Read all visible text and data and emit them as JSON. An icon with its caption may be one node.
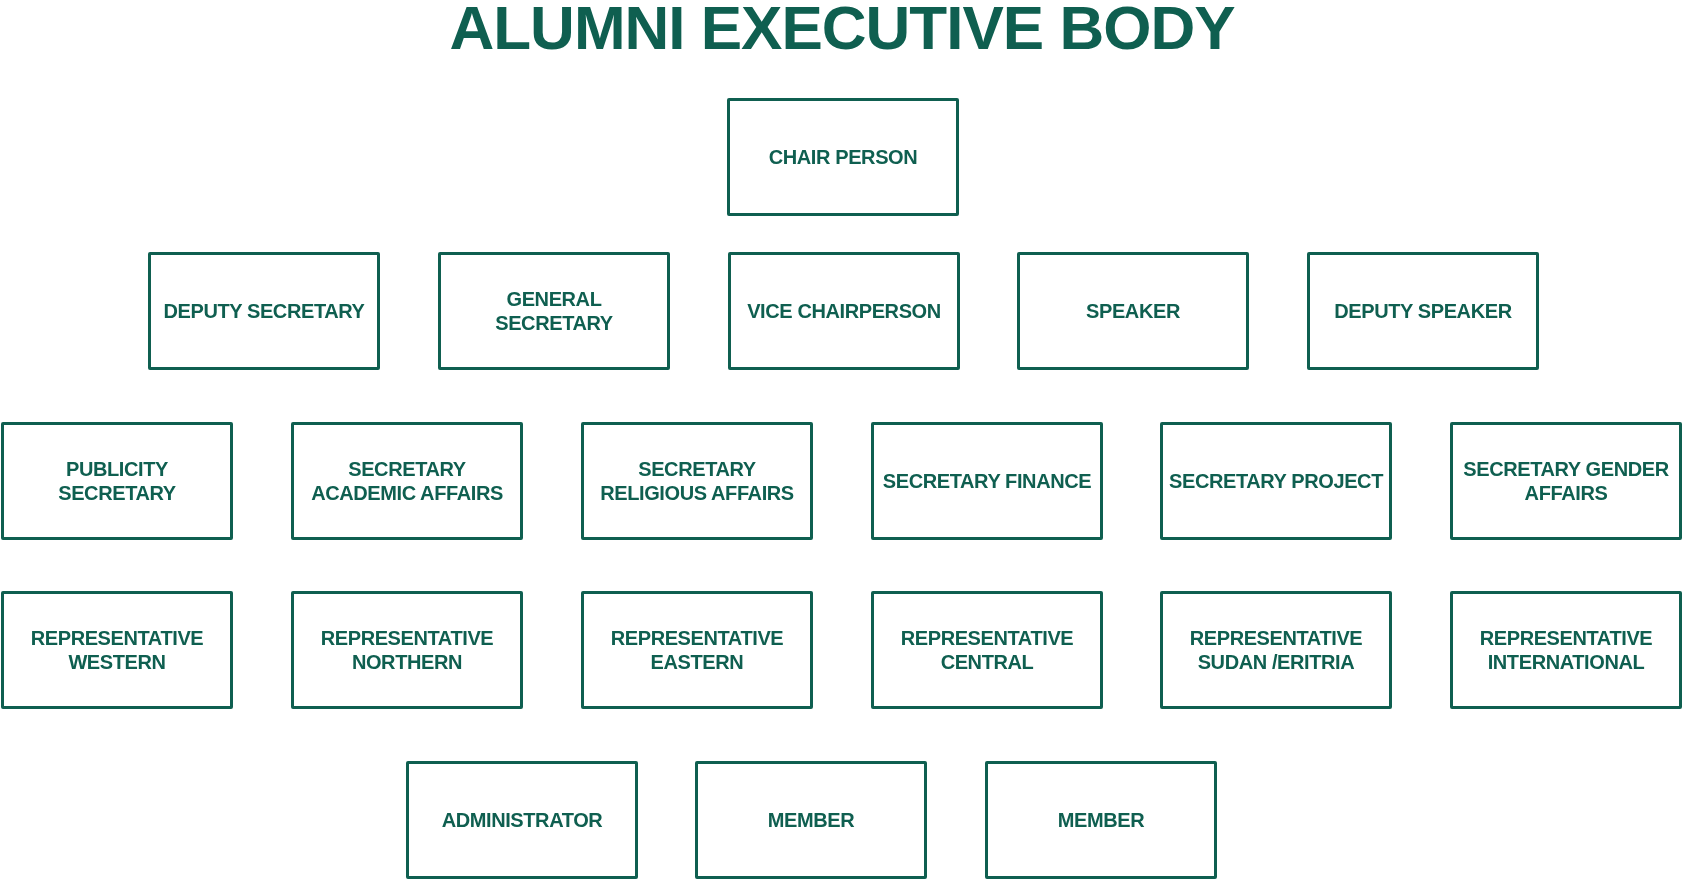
{
  "diagram": {
    "title": "ALUMNI EXECUTIVE BODY",
    "nodes": [
      {
        "text": [
          "CHAIR PERSON"
        ]
      },
      {
        "text": [
          "DEPUTY SECRETARY"
        ]
      },
      {
        "text": [
          "GENERAL SECRETARY"
        ]
      },
      {
        "text": [
          "VICE CHAIRPERSON"
        ]
      },
      {
        "text": [
          "SPEAKER"
        ]
      },
      {
        "text": [
          "DEPUTY SPEAKER"
        ]
      },
      {
        "text": [
          "PUBLICITY SECRETARY"
        ]
      },
      {
        "text": [
          "SECRETARY ACADEMIC AFFAIRS"
        ]
      },
      {
        "text": [
          "SECRETARY RELIGIOUS AFFAIRS"
        ]
      },
      {
        "text": [
          "SECRETARY FINANCE"
        ]
      },
      {
        "text": [
          "SECRETARY PROJECT"
        ]
      },
      {
        "text": [
          "SECRETARY GENDER AFFAIRS"
        ]
      },
      {
        "text": [
          "REPRESENTATIVE WESTERN"
        ]
      },
      {
        "text": [
          "REPRESENTATIVE NORTHERN"
        ]
      },
      {
        "text": [
          "REPRESENTATIVE EASTERN"
        ]
      },
      {
        "text": [
          "REPRESENTATIVE CENTRAL"
        ]
      },
      {
        "text": [
          "REPRESENTATIVE SUDAN /ERITRIA"
        ]
      },
      {
        "text": [
          "REPRESENTATIVE INTERNATIONAL"
        ]
      },
      {
        "text": [
          "ADMINISTRATOR"
        ]
      },
      {
        "text": [
          "MEMBER"
        ]
      },
      {
        "text": [
          "MEMBER"
        ]
      }
    ]
  }
}
